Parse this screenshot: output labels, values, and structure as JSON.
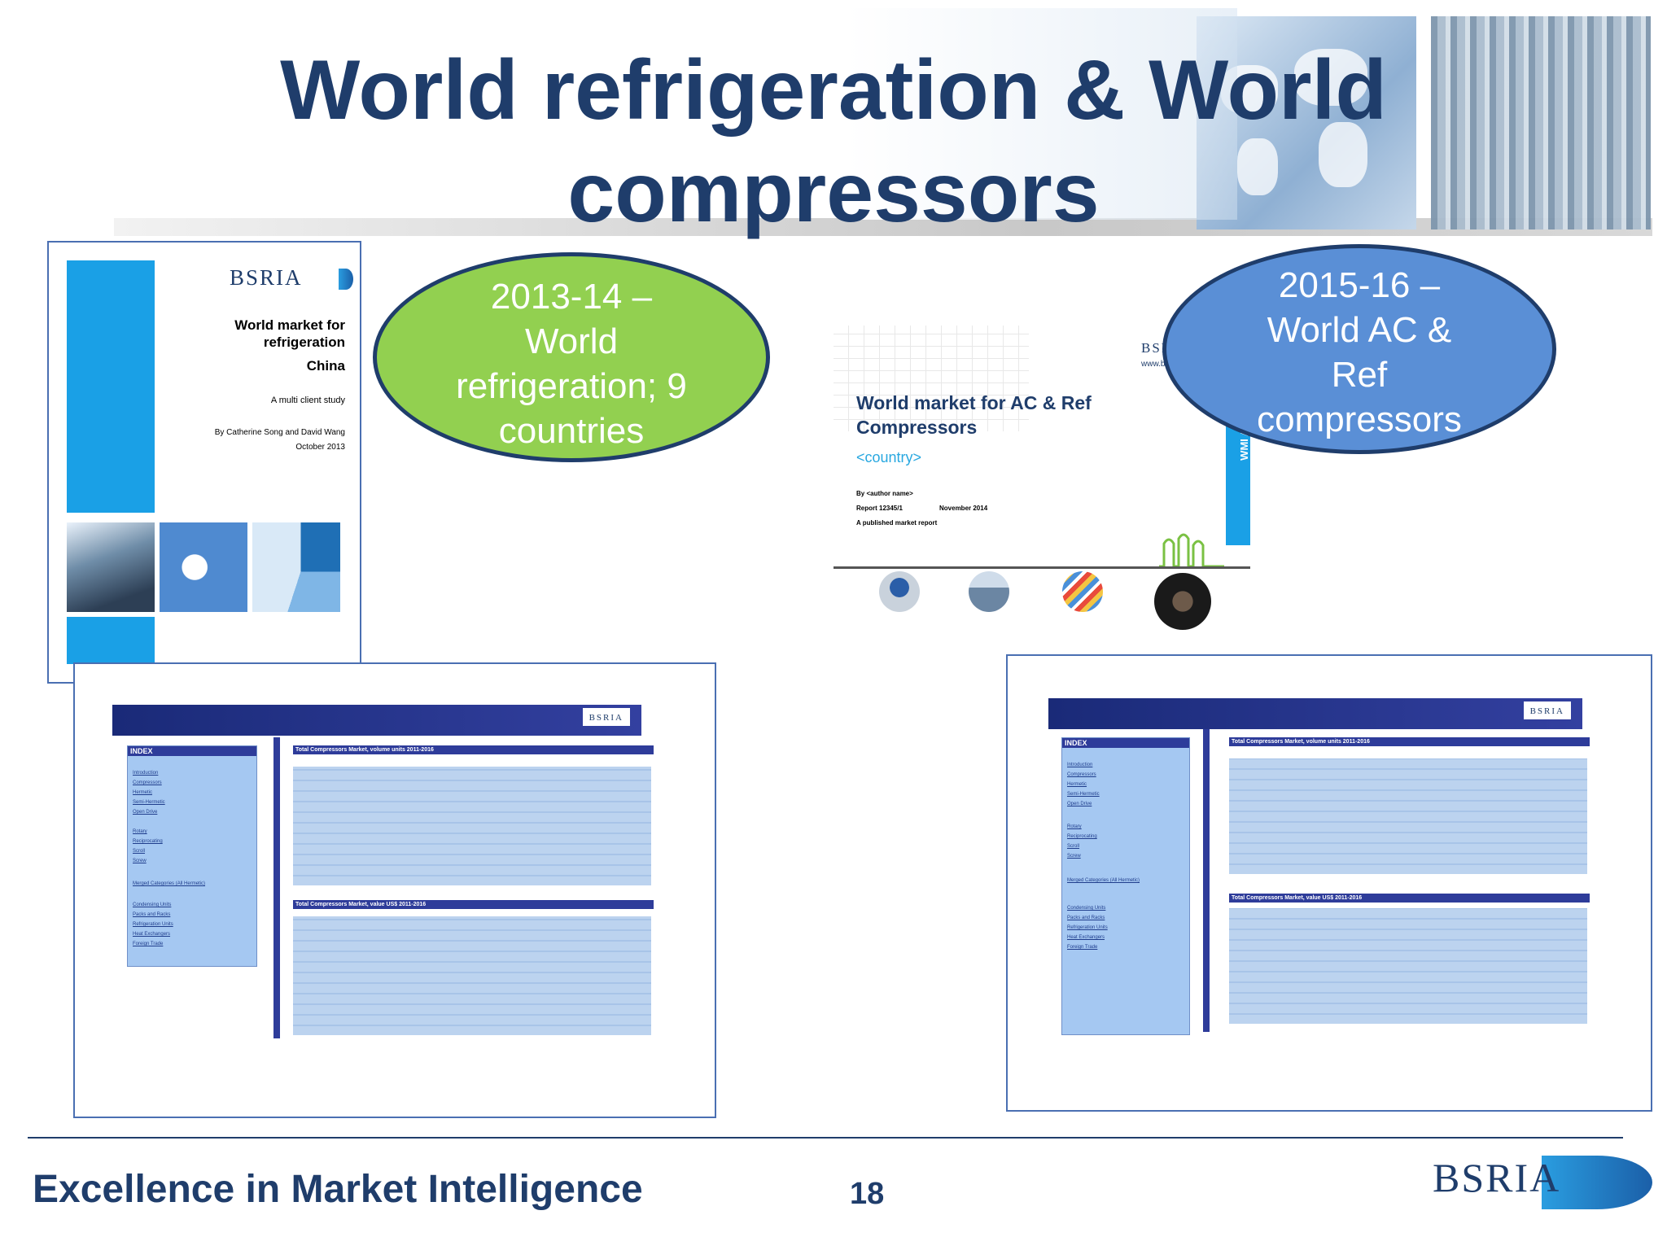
{
  "slide": {
    "title_line1": "World refrigeration & World",
    "title_line2": "compressors"
  },
  "report_left": {
    "logo": "BSRIA",
    "title_line1": "World market for",
    "title_line2": "refrigeration",
    "country": "China",
    "subtitle": "A multi client study",
    "authors": "By Catherine Song and David Wang",
    "date": "October 2013"
  },
  "callout_green": {
    "line1": "2013-14 –",
    "line2": "World",
    "line3": "refrigeration; 9",
    "line4": "countries",
    "color": "#92d050"
  },
  "callout_blue": {
    "line1": "2015-16 –",
    "line2": "World AC &",
    "line3": "Ref",
    "line4": "compressors",
    "color": "#5a8fd6"
  },
  "report_right": {
    "logo": "BSRIA",
    "url": "www.bsria.co.uk",
    "title_line1": "World market for AC & Ref",
    "title_line2": "Compressors",
    "country": "<country>",
    "author": "By <author name>",
    "report_no": "Report 12345/1",
    "date": "November 2014",
    "note": "A published market report",
    "side_label": "WMI Air Conditioning"
  },
  "table_shots": {
    "logo": "BSRIA",
    "index_title": "INDEX",
    "table1_title": "Total Compressors Market, volume units 2011-2016",
    "table2_title": "Total Compressors Market, value US$ 2011-2016",
    "index_links": [
      "Introduction",
      "Compressors",
      "Hermetic",
      "Semi-Hermetic",
      "Open Drive",
      "Rotary",
      "Reciprocating",
      "Scroll",
      "Screw",
      "Merged Categories (All Hermetic)",
      "Condensing Units",
      "Packs and Racks",
      "Refrigeration Units",
      "Heat Exchangers",
      "Foreign Trade"
    ]
  },
  "footer": {
    "tagline": "Excellence in Market Intelligence",
    "page_number": "18",
    "logo": "BSRIA"
  },
  "colors": {
    "brand_navy": "#1f3d6b",
    "bsria_blue": "#1aa0e6"
  }
}
